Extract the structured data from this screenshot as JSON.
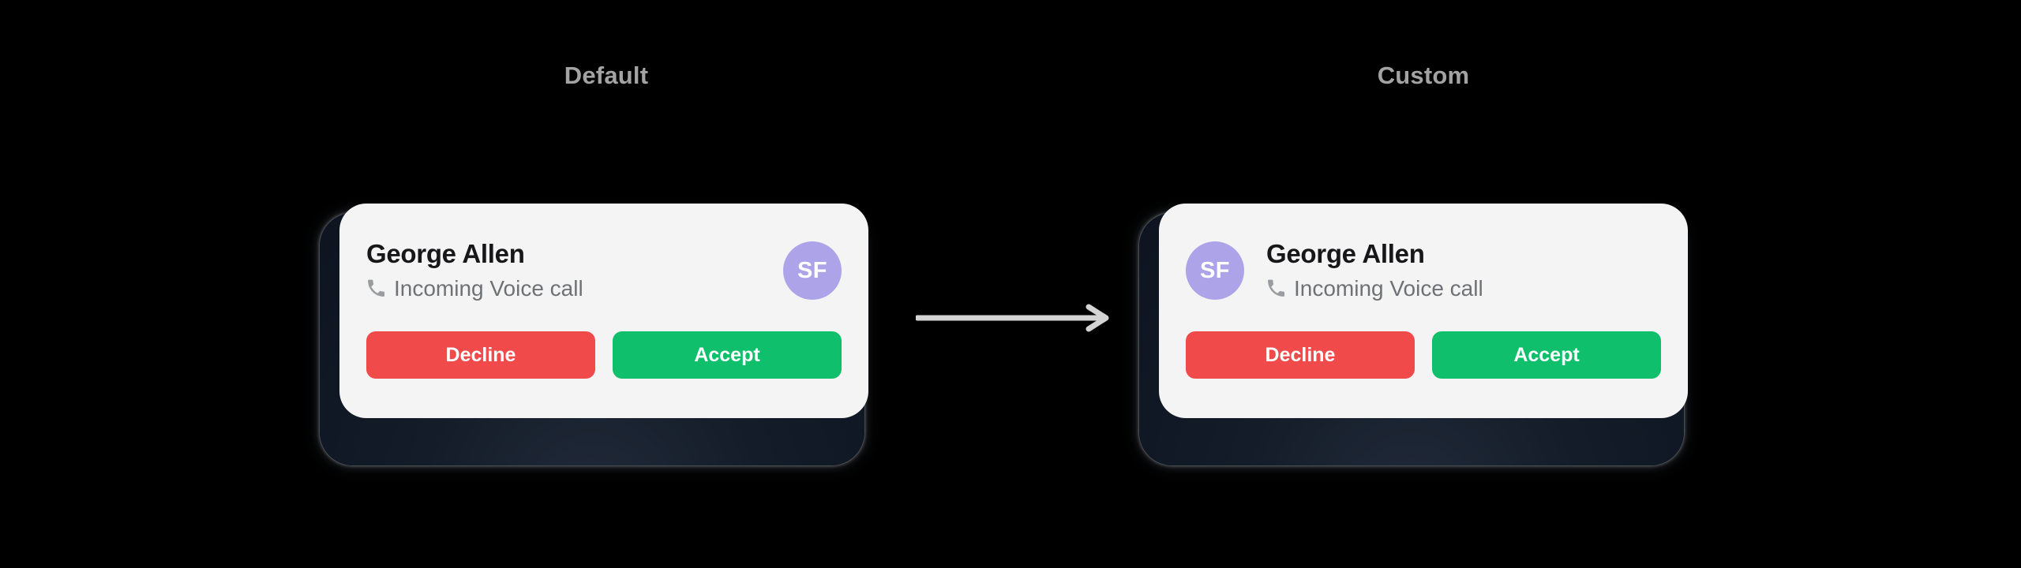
{
  "background_color": "#000000",
  "columns": [
    {
      "id": "default",
      "label": "Default",
      "avatar_position": "right"
    },
    {
      "id": "custom",
      "label": "Custom",
      "avatar_position": "left"
    }
  ],
  "notification": {
    "title": "George Allen",
    "subtitle": "Incoming Voice call",
    "subtitle_icon": "phone-icon",
    "avatar": {
      "initials": "SF",
      "background_color": "#ada3e9",
      "text_color": "#ffffff"
    },
    "actions": [
      {
        "id": "decline",
        "label": "Decline",
        "color": "#f04a4b"
      },
      {
        "id": "accept",
        "label": "Accept",
        "color": "#0fbf6b"
      }
    ],
    "card_background": "#f4f4f5",
    "title_color": "#17171a",
    "subtitle_color": "#6f7175",
    "frame_color": "#141c29"
  },
  "arrow": {
    "icon": "arrow-right-icon",
    "color": "#d4d4d4",
    "direction": "right"
  },
  "labels": {
    "heading_color": "#a3a3a3"
  }
}
